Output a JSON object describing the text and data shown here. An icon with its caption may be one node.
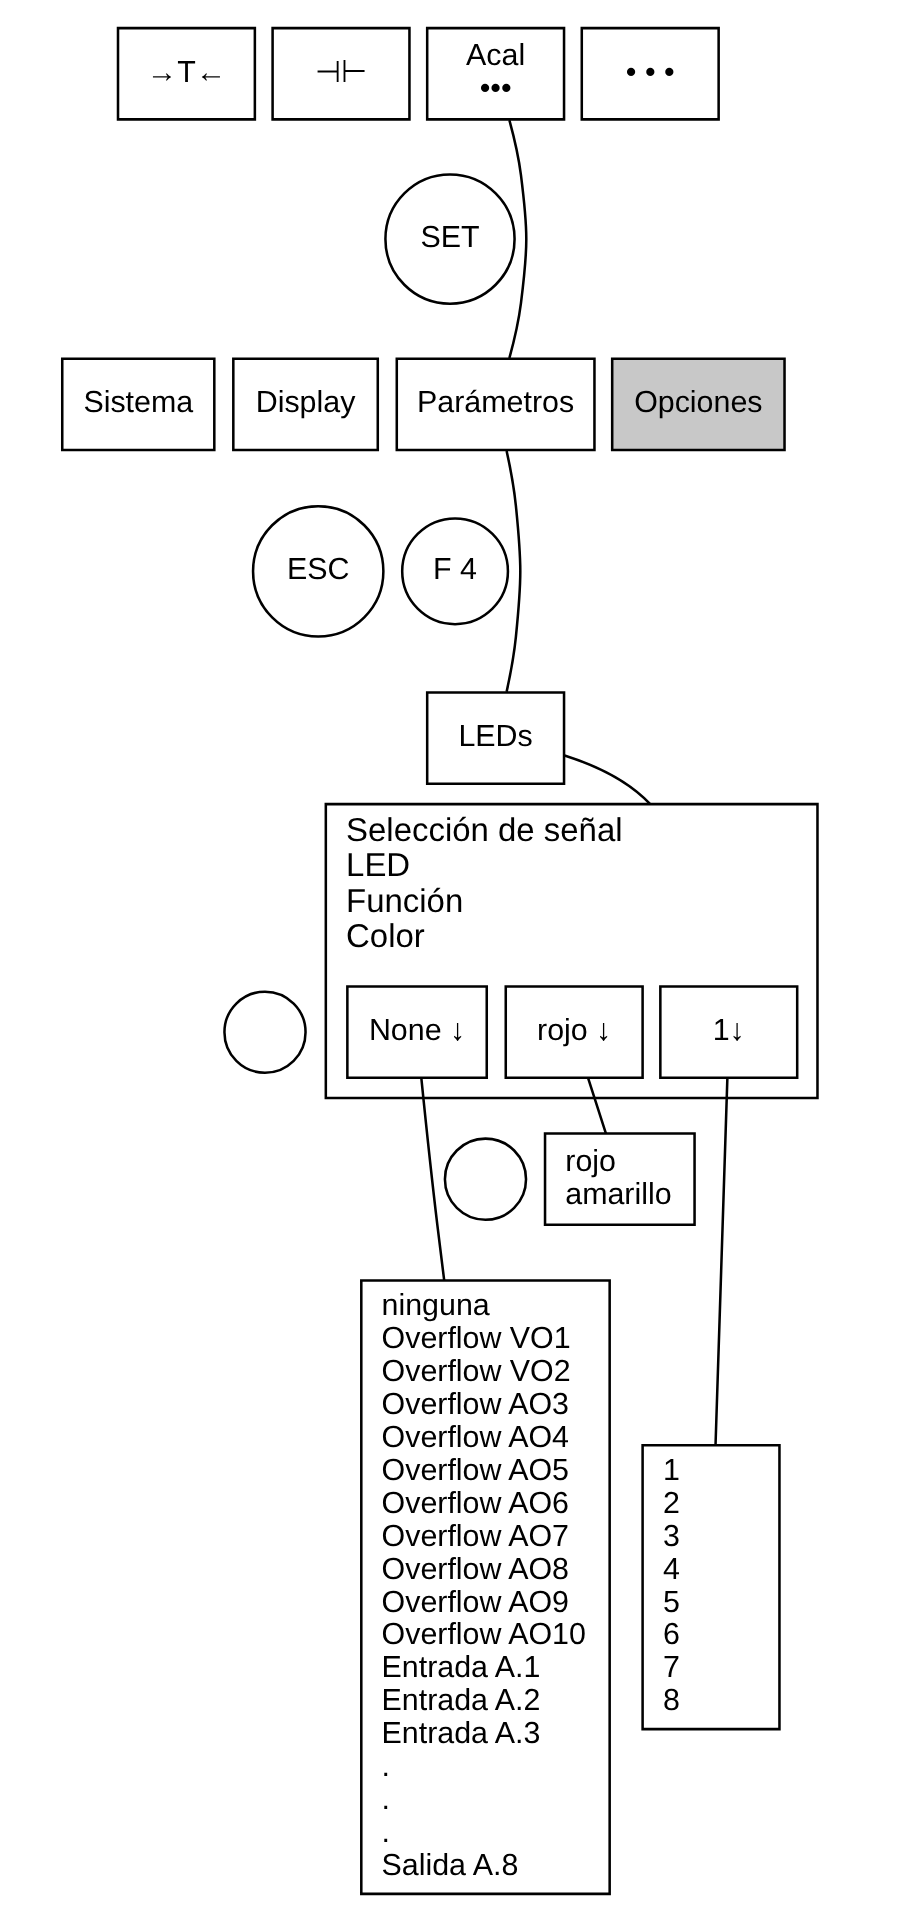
{
  "diagram": {
    "nodes": [
      {
        "text": [
          "→T←"
        ]
      },
      {
        "text": [
          "⊣⊢"
        ]
      },
      {
        "text": [
          "Acal",
          "•••"
        ]
      },
      {
        "text": [
          "• • •"
        ]
      },
      {
        "text": [
          "SET"
        ]
      },
      {
        "text": [
          "Sistema"
        ]
      },
      {
        "text": [
          "Display"
        ]
      },
      {
        "text": [
          "Parámetros"
        ]
      },
      {
        "text": [
          "Opciones"
        ]
      },
      {
        "text": [
          "ESC"
        ]
      },
      {
        "text": [
          "F 4"
        ]
      },
      {
        "text": [
          "LEDs"
        ]
      },
      {
        "text": [],
        "shape": "circle"
      },
      {
        "text": [
          "Selección de señal",
          "LED",
          "Función",
          "Color"
        ]
      },
      {
        "text": [
          "1↓"
        ],
        "in": 13
      },
      {
        "text": [
          "None ↓"
        ],
        "in": 13
      },
      {
        "text": [
          "rojo ↓"
        ],
        "in": 13
      },
      {
        "text": [
          "rojo",
          "amarillo"
        ]
      },
      {
        "text": [],
        "shape": "circle"
      },
      {
        "text": [
          "ninguna",
          "Overflow VO1",
          "Overflow VO2",
          "Overflow AO3",
          "Overflow AO4",
          "Overflow AO5",
          "Overflow AO6",
          "Overflow AO7",
          "Overflow AO8",
          "Overflow AO9",
          "Overflow AO10",
          "Entrada A.1",
          "Entrada A.2",
          "Entrada A.3",
          ".",
          ".",
          ".",
          "Salida A.8"
        ]
      },
      {
        "text": [
          "1",
          "2",
          "3",
          "4",
          "5",
          "6",
          "7",
          "8"
        ]
      }
    ],
    "edges": [
      {
        "from": 2,
        "to": 7,
        "arrow": "none"
      },
      {
        "from": 7,
        "to": 11,
        "arrow": "none"
      },
      {
        "from": 11,
        "to": 13,
        "arrow": "none"
      },
      {
        "from": 14,
        "to": 20,
        "arrow": "none"
      },
      {
        "from": 15,
        "to": 19,
        "arrow": "none"
      },
      {
        "from": 16,
        "to": 17,
        "arrow": "none"
      }
    ]
  }
}
